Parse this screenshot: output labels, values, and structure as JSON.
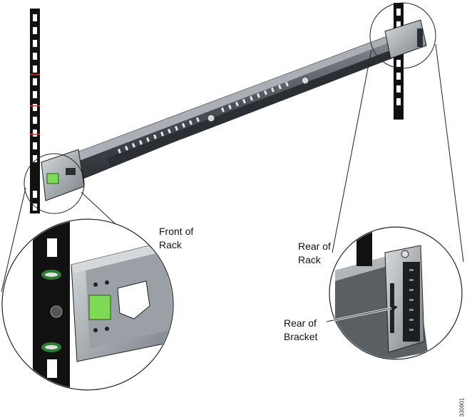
{
  "labels": {
    "front_of_rack": [
      "Front of",
      "Rack"
    ],
    "rear_of_rack": [
      "Rear of",
      "Rack"
    ],
    "rear_of_bracket": [
      "Rear of",
      "Bracket"
    ]
  },
  "figure_id": "330901",
  "colors": {
    "rail_dark": "#3a3f44",
    "rail_mid": "#6b7177",
    "rail_light": "#b9bec3",
    "latch_green": "#7ed957",
    "post_black": "#111111",
    "pin_red": "#c0392b"
  }
}
